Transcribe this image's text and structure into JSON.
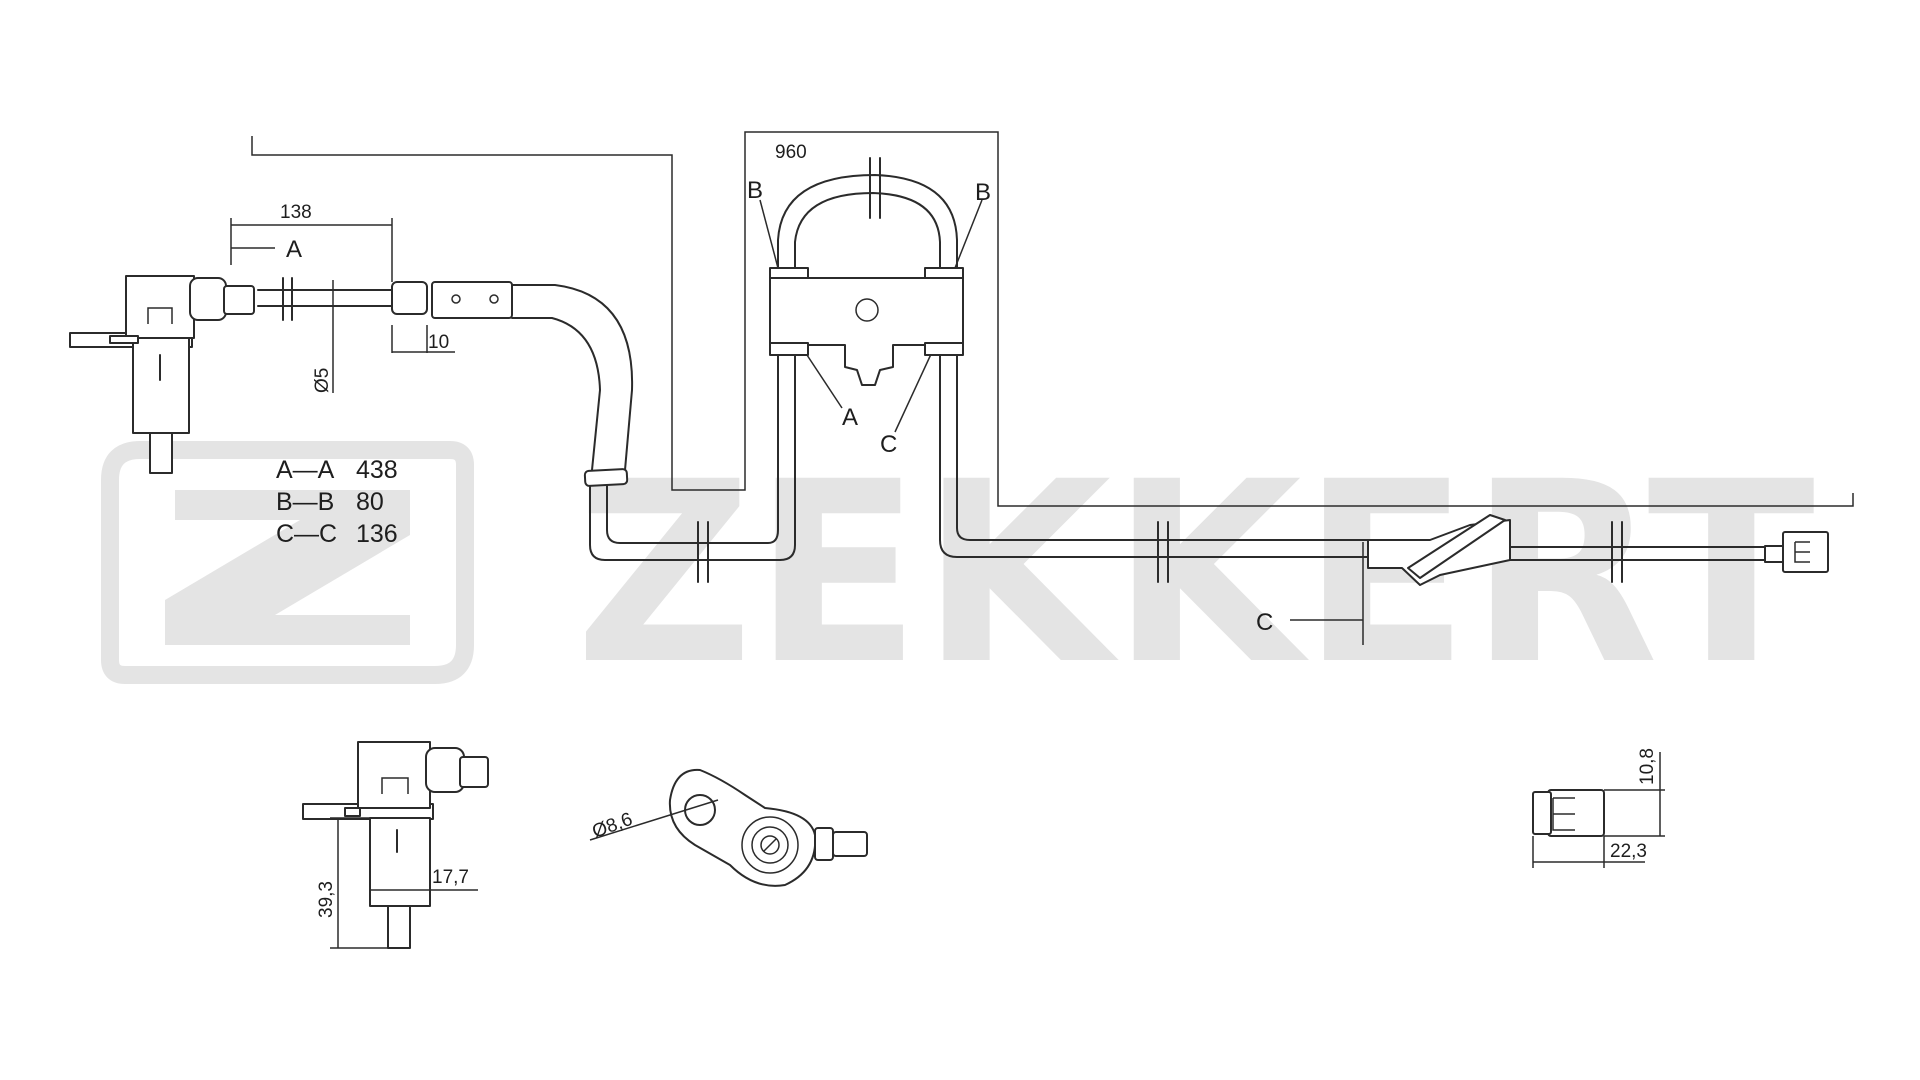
{
  "watermark": {
    "brand": "ZEKKERT"
  },
  "dimensions": {
    "overall_length": "960",
    "sensor_to_grommet": "138",
    "sleeve_length": "10",
    "cable_diameter": "Ø5",
    "sensor_height": "39,3",
    "sensor_body_width": "17,7",
    "mount_hole_diameter": "Ø8,6",
    "connector_height": "10,8",
    "connector_length": "22,3"
  },
  "section_labels": {
    "a": "A",
    "b": "B",
    "c": "C"
  },
  "legend": [
    {
      "section": "A—A",
      "value": "438"
    },
    {
      "section": "B—B",
      "value": "80"
    },
    {
      "section": "C—C",
      "value": "136"
    }
  ]
}
